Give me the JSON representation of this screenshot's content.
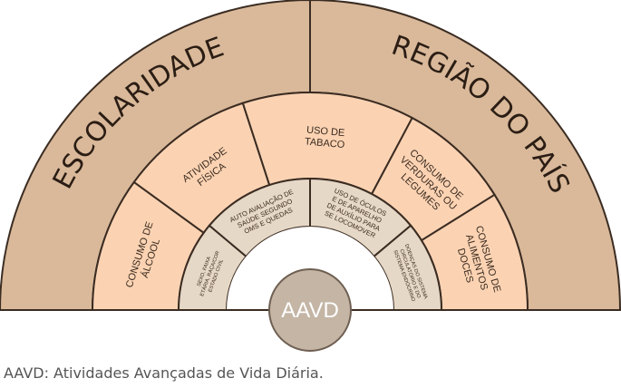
{
  "colors": {
    "outer_ring": "#d9b99a",
    "middle_ring": "#fbd3b3",
    "inner_ring": "#e6d8c6",
    "center": "#c4b5a5",
    "stroke": "#3b2c22"
  },
  "outer_ring": [
    {
      "label": "ESCOLARIDADE"
    },
    {
      "label": "REGIÃO DO PAÍS"
    }
  ],
  "middle_ring": [
    {
      "lines": [
        "CONSUMO DE",
        "ÁLCOOL"
      ]
    },
    {
      "lines": [
        "ATIVIDADE",
        "FÍSICA"
      ]
    },
    {
      "lines": [
        "USO DE",
        "TABACO"
      ]
    },
    {
      "lines": [
        "CONSUMO DE",
        "VERDURAS OU",
        "LEGUMES"
      ]
    },
    {
      "lines": [
        "CONSUMO DE",
        "ALIMENTOS",
        "DOCES"
      ]
    }
  ],
  "inner_ring": [
    {
      "lines": [
        "SEXO, FAIXA",
        "ETÁRIA, RAÇA/COR",
        "ESTADO CIVIL"
      ]
    },
    {
      "lines": [
        "AUTO AVALIAÇÃO DE",
        "SAÚDE SEGUNDO",
        "OMS E QUEDAS"
      ]
    },
    {
      "lines": [
        "USO DE ÓCULOS",
        "E DE APARELHO",
        "DE AUXÍLIO PARA",
        "SE LOCOMOVER"
      ]
    },
    {
      "lines": [
        "DOENÇAS DO SISTEMA",
        "CIRCULATÓRIO E DO",
        "SISTEMA ENDÓCRINO"
      ]
    }
  ],
  "center": {
    "label": "AAVD"
  },
  "caption": "AAVD: Atividades Avançadas de Vida Diária."
}
